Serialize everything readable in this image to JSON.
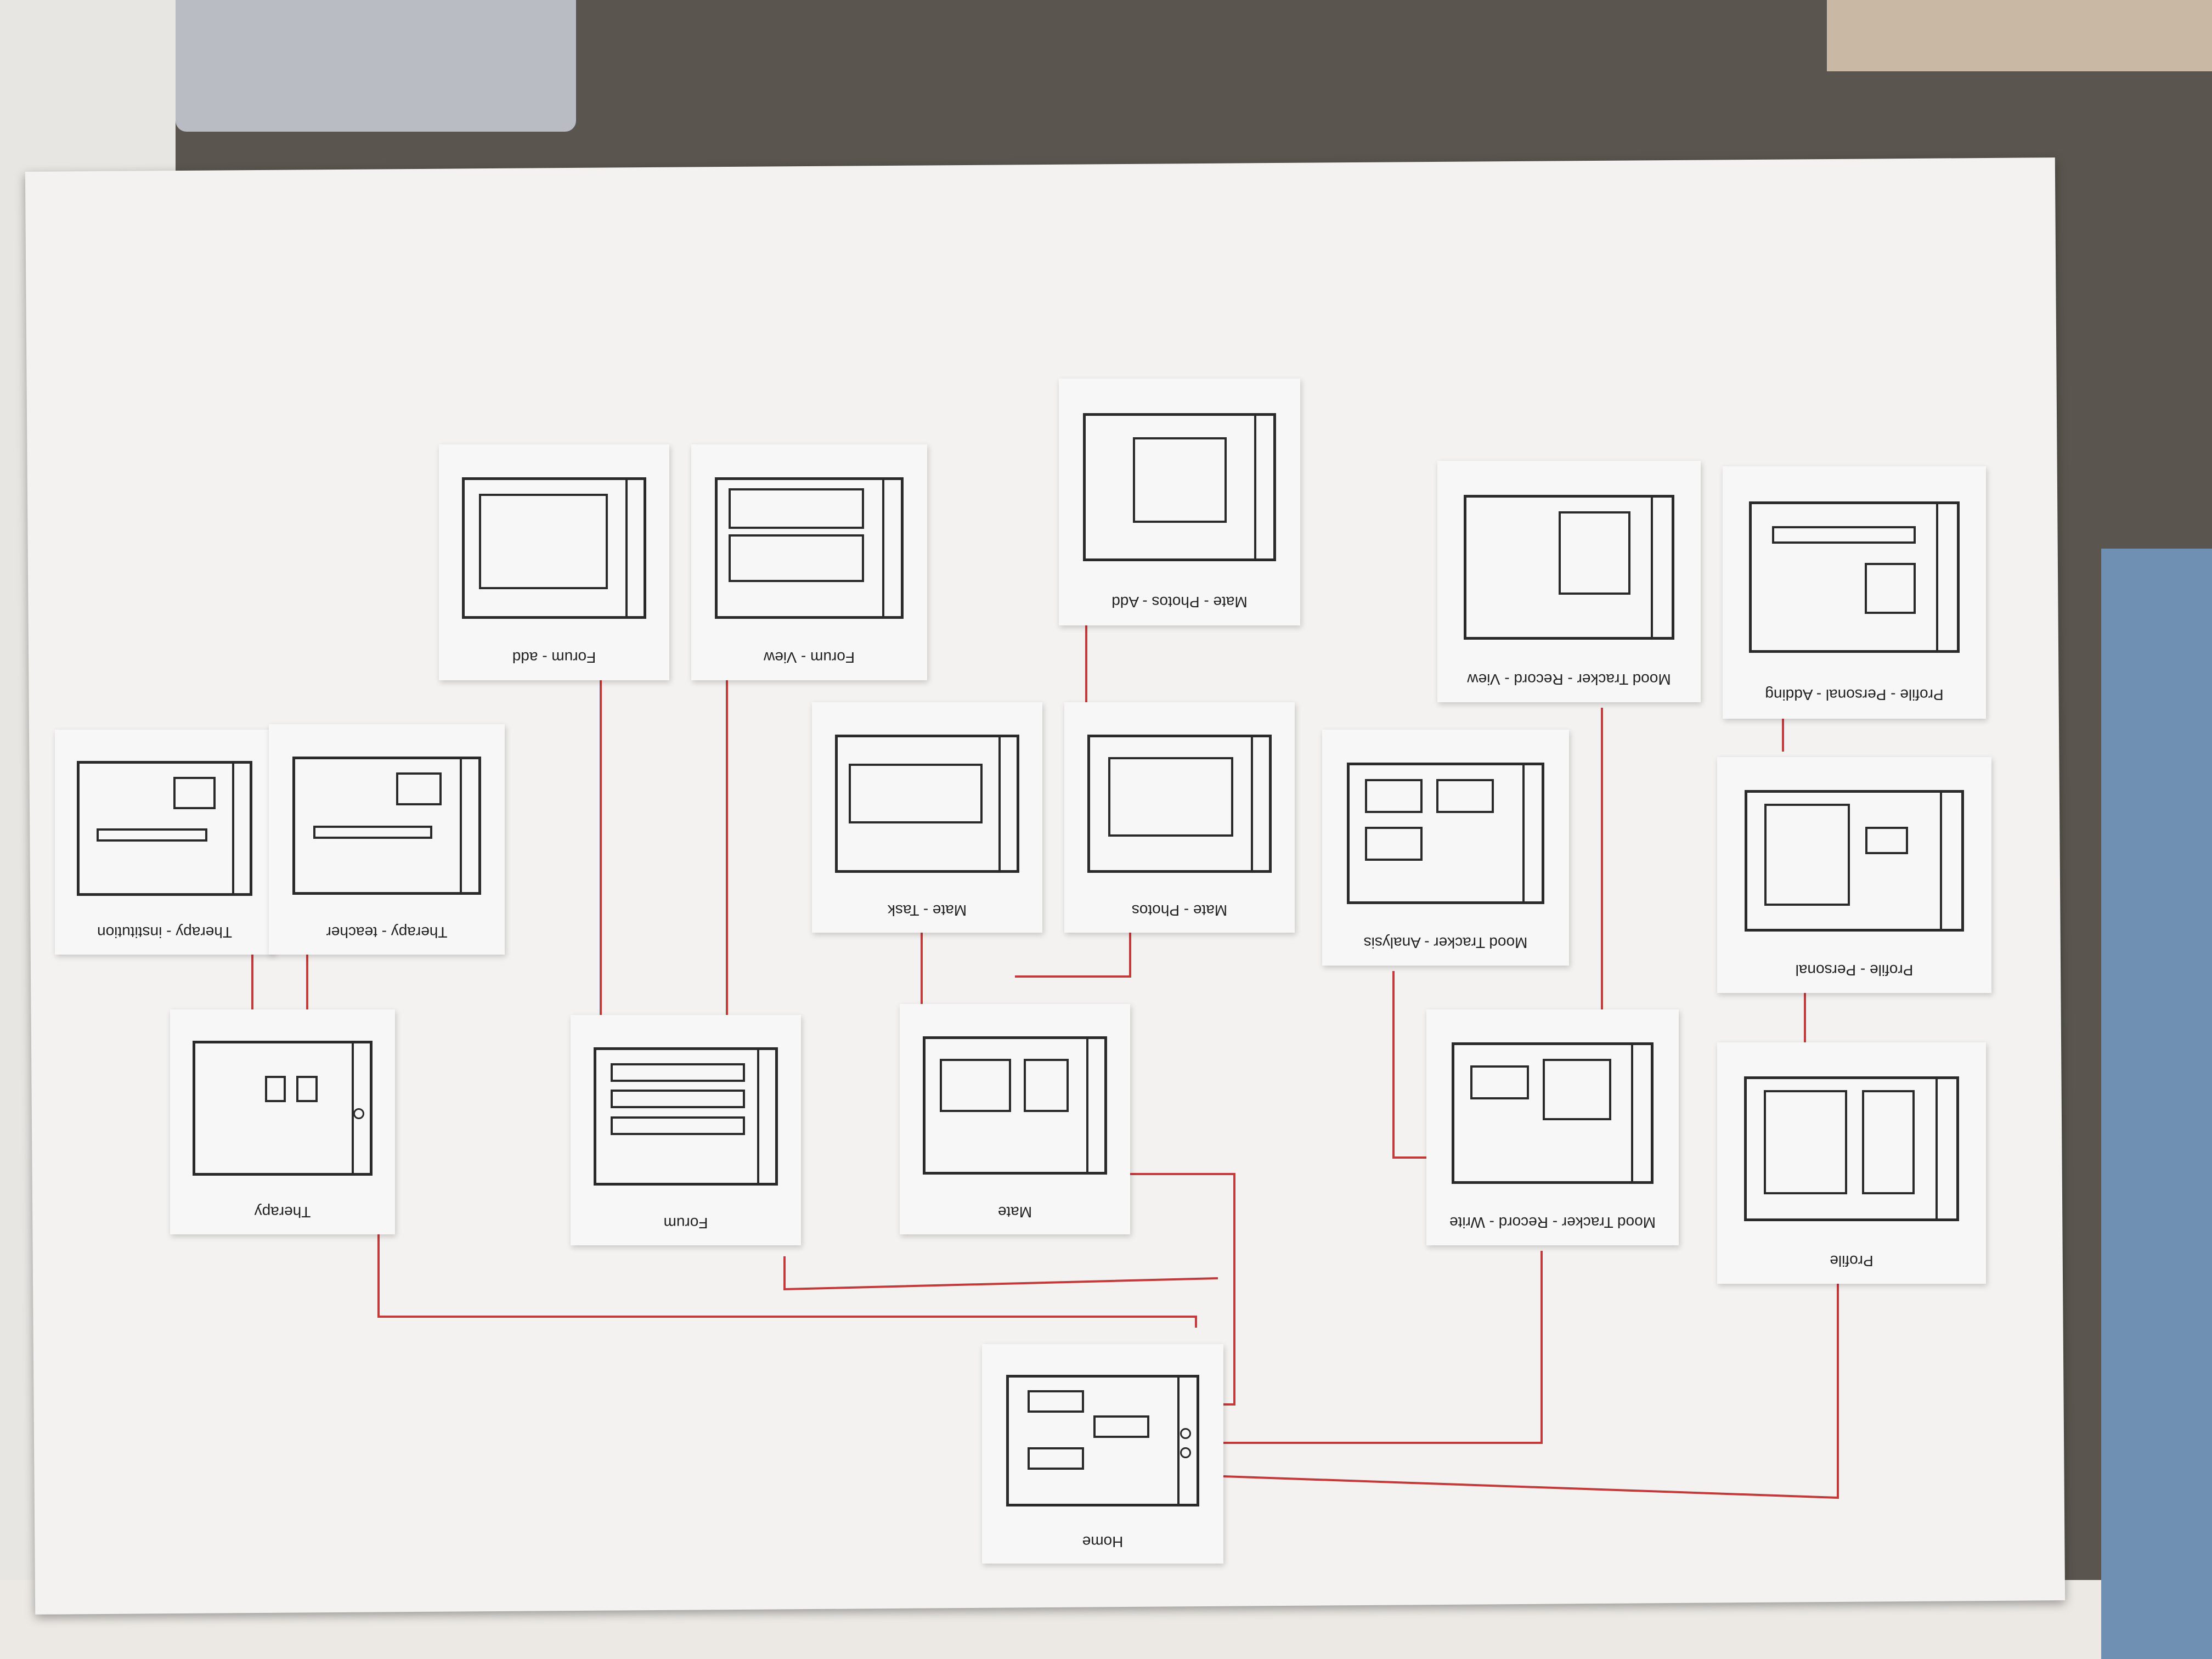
{
  "notes": {
    "home": "Home",
    "therapy": "Therapy",
    "forum": "Forum",
    "mate": "Mate",
    "mood_write": "Mood Tracker - Record - Write",
    "profile": "Profile",
    "therapy_teacher": "Therapy - teacher",
    "therapy_institution": "Therapy - institution",
    "forum_add": "Forum - add",
    "forum_view": "Forum - View",
    "mate_task": "Mate - Task",
    "mate_photos": "Mate - Photos",
    "mate_photos_add": "Mate - Photos - Add",
    "mood_analysis": "Mood Tracker - Analysis",
    "mood_view": "Mood Tracker - Record - View",
    "profile_personal": "Profile - Personal",
    "profile_personal_add": "Profile - Personal - Adding"
  },
  "colors": {
    "board": "#f3f2f0",
    "arrow": "#c23a3a",
    "ink": "#2a2a2a"
  }
}
